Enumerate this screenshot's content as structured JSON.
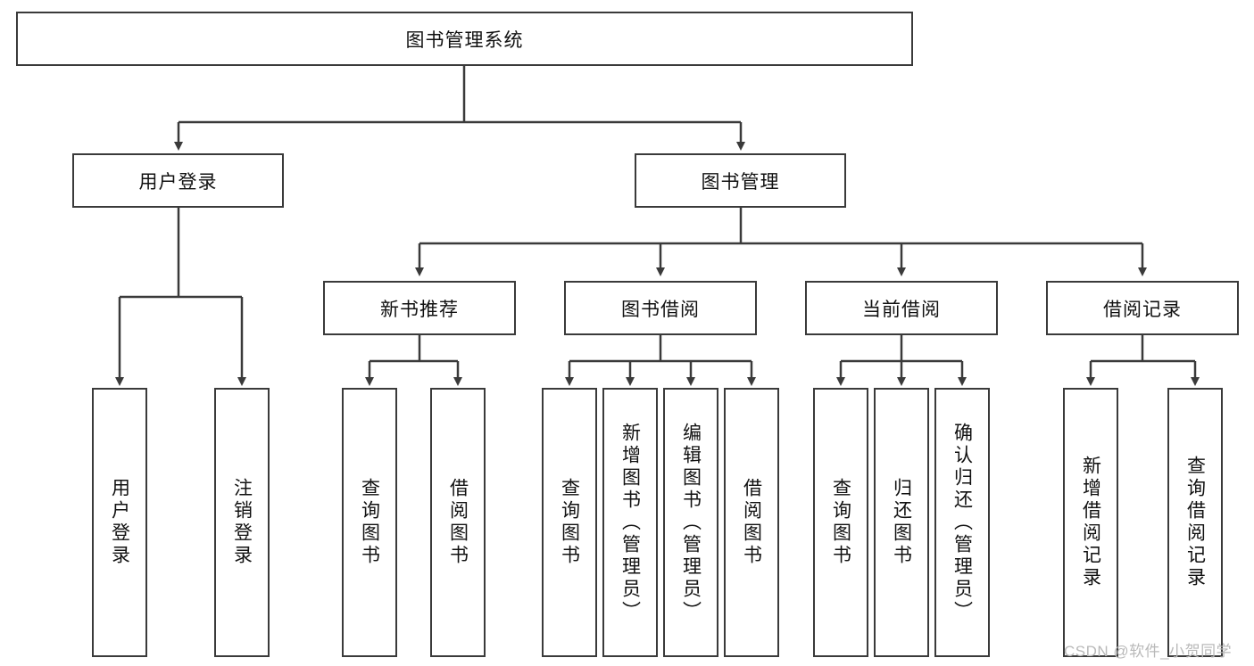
{
  "diagram": {
    "title_node": {
      "label": "图书管理系统"
    },
    "level2": [
      {
        "label": "用户登录"
      },
      {
        "label": "图书管理"
      }
    ],
    "level3": [
      {
        "label": "新书推荐"
      },
      {
        "label": "图书借阅"
      },
      {
        "label": "当前借阅"
      },
      {
        "label": "借阅记录"
      }
    ],
    "leaves": {
      "user_login": [
        {
          "label": "用户登录"
        },
        {
          "label": "注销登录"
        }
      ],
      "new_book_recommend": [
        {
          "label": "查询图书"
        },
        {
          "label": "借阅图书"
        }
      ],
      "book_borrow": [
        {
          "label": "查询图书"
        },
        {
          "label": "新增图书（管理员）"
        },
        {
          "label": "编辑图书（管理员）"
        },
        {
          "label": "借阅图书"
        }
      ],
      "current_borrow": [
        {
          "label": "查询图书"
        },
        {
          "label": "归还图书"
        },
        {
          "label": "确认归还（管理员）"
        }
      ],
      "borrow_record": [
        {
          "label": "新增借阅记录"
        },
        {
          "label": "查询借阅记录"
        }
      ]
    }
  },
  "watermark": {
    "text": "CSDN @软件_小贺同学"
  },
  "colors": {
    "border": "#3a3a3a",
    "wire": "#3a3a3a",
    "text": "#111111",
    "background": "#ffffff",
    "watermark": "#b9b9b9"
  }
}
